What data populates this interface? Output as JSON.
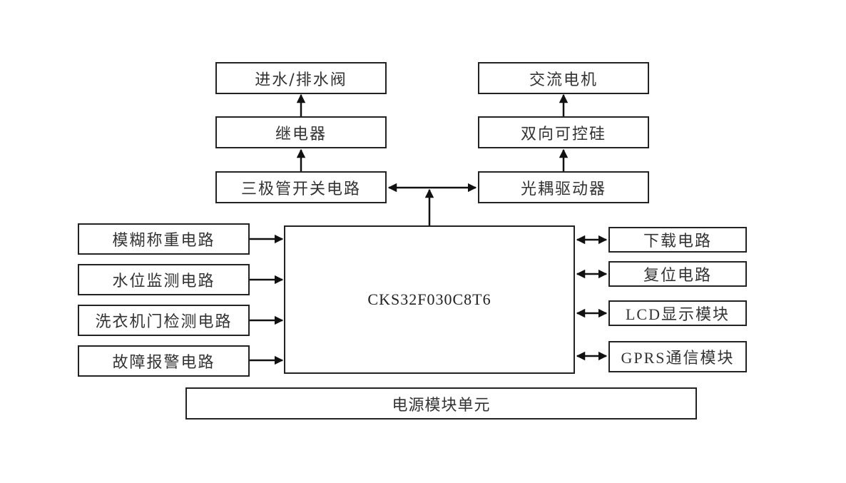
{
  "diagram": {
    "mcu": {
      "label": "CKS32F030C8T6"
    },
    "top_left_chain": [
      {
        "label": "进水/排水阀"
      },
      {
        "label": "继电器"
      },
      {
        "label": "三极管开关电路"
      }
    ],
    "top_right_chain": [
      {
        "label": "交流电机"
      },
      {
        "label": "双向可控硅"
      },
      {
        "label": "光耦驱动器"
      }
    ],
    "left_inputs": [
      {
        "label": "模糊称重电路"
      },
      {
        "label": "水位监测电路"
      },
      {
        "label": "洗衣机门检测电路"
      },
      {
        "label": "故障报警电路"
      }
    ],
    "right_peripherals": [
      {
        "label": "下载电路"
      },
      {
        "label": "复位电路"
      },
      {
        "label": "LCD显示模块"
      },
      {
        "label": "GPRS通信模块"
      }
    ],
    "power": {
      "label": "电源模块单元"
    },
    "connections": [
      {
        "from": "三极管开关电路",
        "to": "继电器",
        "type": "one-way"
      },
      {
        "from": "继电器",
        "to": "进水/排水阀",
        "type": "one-way"
      },
      {
        "from": "光耦驱动器",
        "to": "双向可控硅",
        "type": "one-way"
      },
      {
        "from": "双向可控硅",
        "to": "交流电机",
        "type": "one-way"
      },
      {
        "from": "CKS32F030C8T6",
        "to": "三极管开关电路",
        "type": "one-way"
      },
      {
        "from": "CKS32F030C8T6",
        "to": "光耦驱动器",
        "type": "one-way"
      },
      {
        "from": "模糊称重电路",
        "to": "CKS32F030C8T6",
        "type": "one-way"
      },
      {
        "from": "水位监测电路",
        "to": "CKS32F030C8T6",
        "type": "one-way"
      },
      {
        "from": "洗衣机门检测电路",
        "to": "CKS32F030C8T6",
        "type": "one-way"
      },
      {
        "from": "故障报警电路",
        "to": "CKS32F030C8T6",
        "type": "one-way"
      },
      {
        "from": "CKS32F030C8T6",
        "to": "下载电路",
        "type": "two-way"
      },
      {
        "from": "CKS32F030C8T6",
        "to": "复位电路",
        "type": "two-way"
      },
      {
        "from": "CKS32F030C8T6",
        "to": "LCD显示模块",
        "type": "two-way"
      },
      {
        "from": "CKS32F030C8T6",
        "to": "GPRS通信模块",
        "type": "two-way"
      }
    ]
  }
}
